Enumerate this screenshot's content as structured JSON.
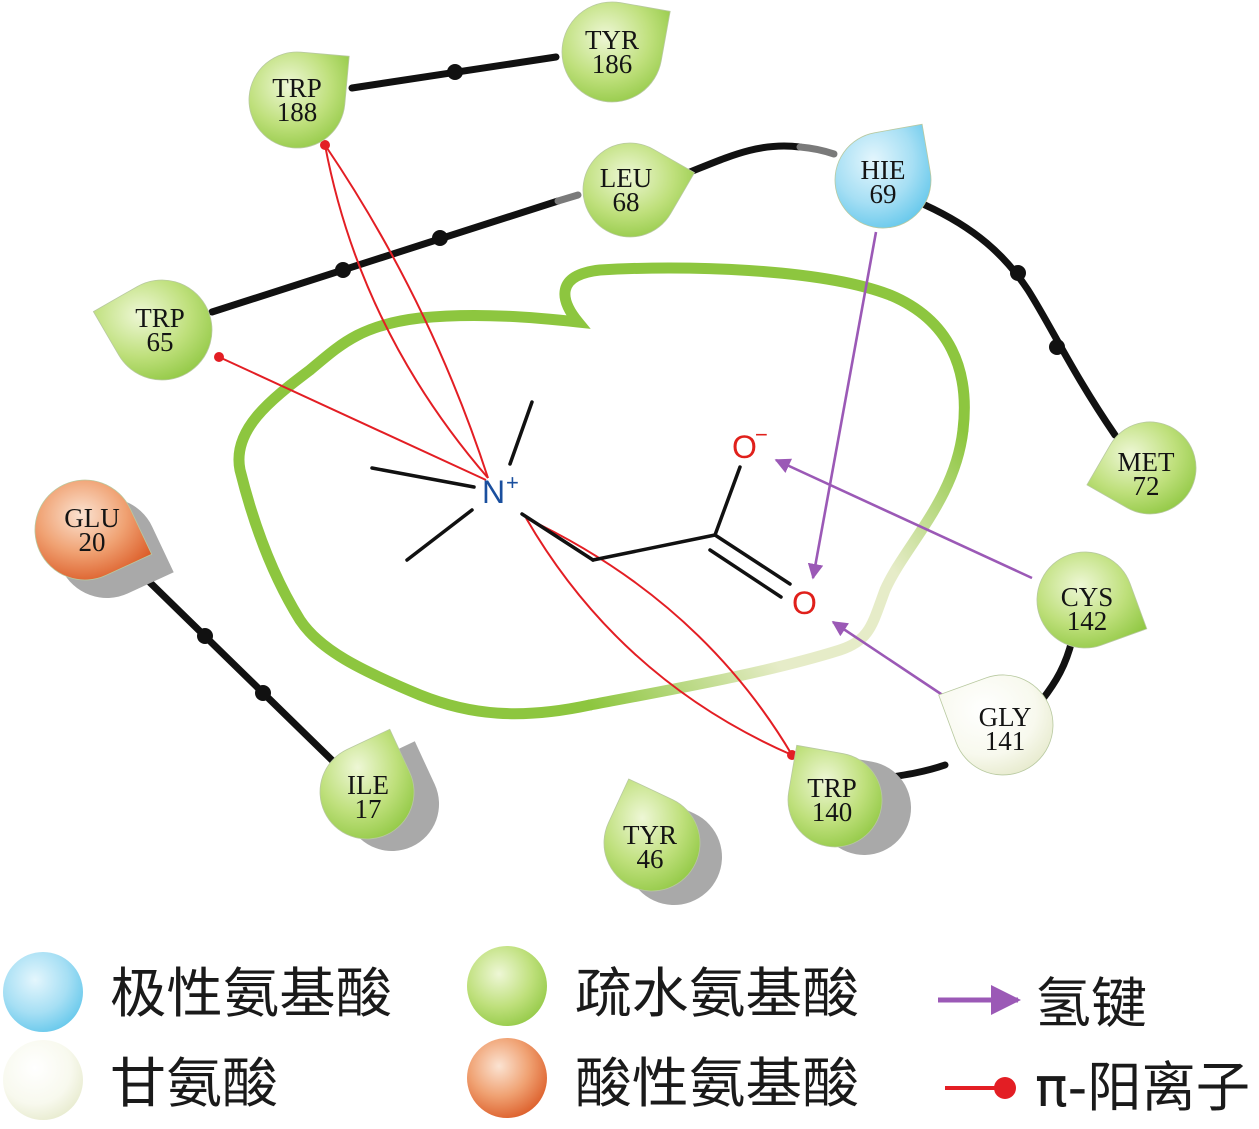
{
  "residues": [
    {
      "name": "TYR",
      "number": "186",
      "color": "#8dc63f"
    },
    {
      "name": "TRP",
      "number": "188",
      "color": "#8dc63f"
    },
    {
      "name": "LEU",
      "number": "68",
      "color": "#8dc63f"
    },
    {
      "name": "HIE",
      "number": "69",
      "color": "#5bc4ea"
    },
    {
      "name": "TRP",
      "number": "65",
      "color": "#8dc63f"
    },
    {
      "name": "MET",
      "number": "72",
      "color": "#8dc63f"
    },
    {
      "name": "GLU",
      "number": "20",
      "color": "#d9531e"
    },
    {
      "name": "CYS",
      "number": "142",
      "color": "#8dc63f"
    },
    {
      "name": "GLY",
      "number": "141",
      "color": "#eef0d8"
    },
    {
      "name": "ILE",
      "number": "17",
      "color": "#8dc63f"
    },
    {
      "name": "TRP",
      "number": "140",
      "color": "#8dc63f"
    },
    {
      "name": "TYR",
      "number": "46",
      "color": "#8dc63f"
    }
  ],
  "ligand": {
    "nitrogen": "N",
    "nitrogen_charge": "+",
    "oxygen_anion": "O",
    "oxygen_anion_charge": "−",
    "oxygen": "O"
  },
  "legend": {
    "polar": "极性氨基酸",
    "hydrophobic": "疏水氨基酸",
    "hydrogen_bond": "氢键",
    "glycine": "甘氨酸",
    "acidic": "酸性氨基酸",
    "pi_cation": "π-阳离子"
  },
  "colors": {
    "polar": "#5bc4ea",
    "hydrophobic": "#8dc63f",
    "glycine": "#eef0d8",
    "acidic": "#d9531e",
    "hydrogen_bond": "#9b59b6",
    "pi_cation": "#e31e24",
    "pocket": "#8dc63f",
    "nitrogen": "#1a4f9e",
    "oxygen": "#e0201b"
  }
}
